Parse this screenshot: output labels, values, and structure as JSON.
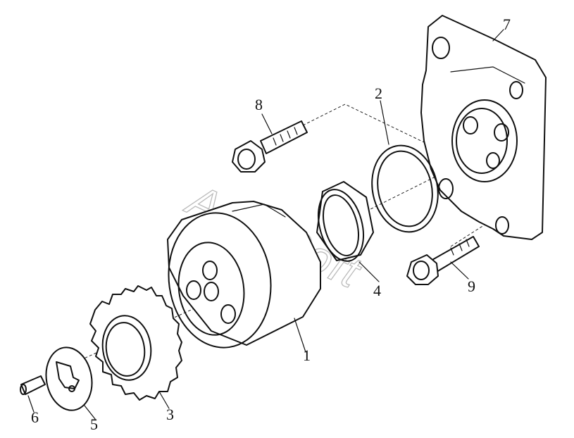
{
  "diagram": {
    "watermark": "AutoSoft",
    "callouts": [
      {
        "id": "1",
        "text": "1"
      },
      {
        "id": "2",
        "text": "2"
      },
      {
        "id": "3",
        "text": "3"
      },
      {
        "id": "4",
        "text": "4"
      },
      {
        "id": "5",
        "text": "5"
      },
      {
        "id": "6",
        "text": "6"
      },
      {
        "id": "7",
        "text": "7"
      },
      {
        "id": "8",
        "text": "8"
      },
      {
        "id": "9",
        "text": "9"
      }
    ]
  }
}
